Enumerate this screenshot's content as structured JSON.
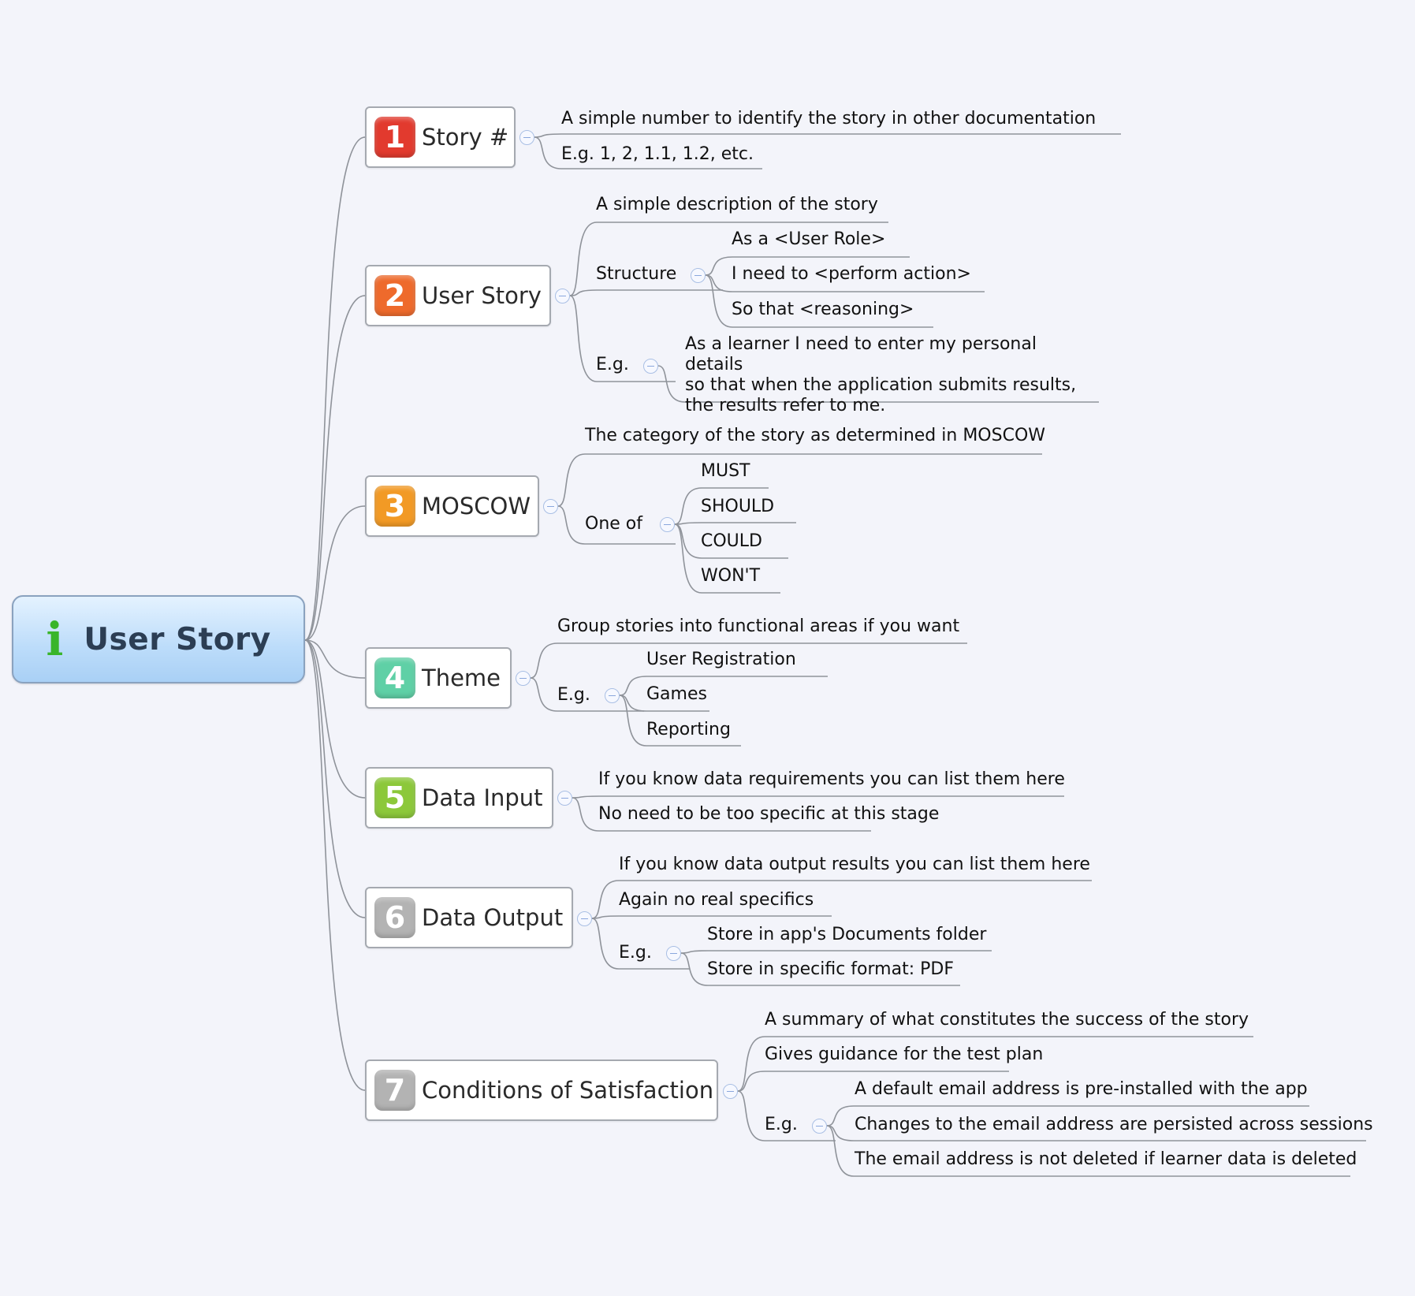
{
  "central": {
    "title": "User Story",
    "icon": "info-icon",
    "icon_color": "#39b52a"
  },
  "topics": [
    {
      "number": "1",
      "label": "Story #",
      "color": "#e23a2e",
      "children": [
        {
          "text": "A simple number to identify the story in other documentation"
        },
        {
          "text": "E.g. 1, 2, 1.1, 1.2, etc."
        }
      ]
    },
    {
      "number": "2",
      "label": "User Story",
      "color": "#ee6a2c",
      "children": [
        {
          "text": "A simple description of the story"
        },
        {
          "text": "Structure",
          "children": [
            {
              "text": "As a <User Role>"
            },
            {
              "text": "I need to <perform action>"
            },
            {
              "text": "So that <reasoning>"
            }
          ]
        },
        {
          "text": "E.g.",
          "children": [
            {
              "lines": [
                "As a learner I need to enter my personal details",
                "so that when the application submits results,",
                "the results refer to me."
              ]
            }
          ]
        }
      ]
    },
    {
      "number": "3",
      "label": "MOSCOW",
      "color": "#f29a25",
      "children": [
        {
          "text": "The category of the story as determined in MOSCOW"
        },
        {
          "text": "One of",
          "children": [
            {
              "text": "MUST"
            },
            {
              "text": "SHOULD"
            },
            {
              "text": "COULD"
            },
            {
              "text": "WON'T"
            }
          ]
        }
      ]
    },
    {
      "number": "4",
      "label": "Theme",
      "color": "#5fd0a6",
      "children": [
        {
          "text": "Group stories into functional areas if you want"
        },
        {
          "text": "E.g.",
          "children": [
            {
              "text": "User Registration"
            },
            {
              "text": "Games"
            },
            {
              "text": "Reporting"
            }
          ]
        }
      ]
    },
    {
      "number": "5",
      "label": "Data Input",
      "color": "#8cc83a",
      "children": [
        {
          "text": "If you know data requirements you can list them here"
        },
        {
          "text": "No need to be too specific at this stage"
        }
      ]
    },
    {
      "number": "6",
      "label": "Data Output",
      "color": "#b3b3b3",
      "children": [
        {
          "text": "If you know data output results you can list them here"
        },
        {
          "text": "Again no real specifics"
        },
        {
          "text": "E.g.",
          "children": [
            {
              "text": "Store in app's Documents folder"
            },
            {
              "text": "Store in specific format: PDF"
            }
          ]
        }
      ]
    },
    {
      "number": "7",
      "label": "Conditions of Satisfaction",
      "color": "#b3b3b3",
      "children": [
        {
          "text": "A summary of what constitutes the success of the story"
        },
        {
          "text": "Gives guidance for the test plan"
        },
        {
          "text": "E.g.",
          "children": [
            {
              "text": "A default email address is pre-installed with the app"
            },
            {
              "text": "Changes to the email address are persisted across sessions"
            },
            {
              "text": "The email address is not deleted if learner data is deleted"
            }
          ]
        }
      ]
    }
  ]
}
